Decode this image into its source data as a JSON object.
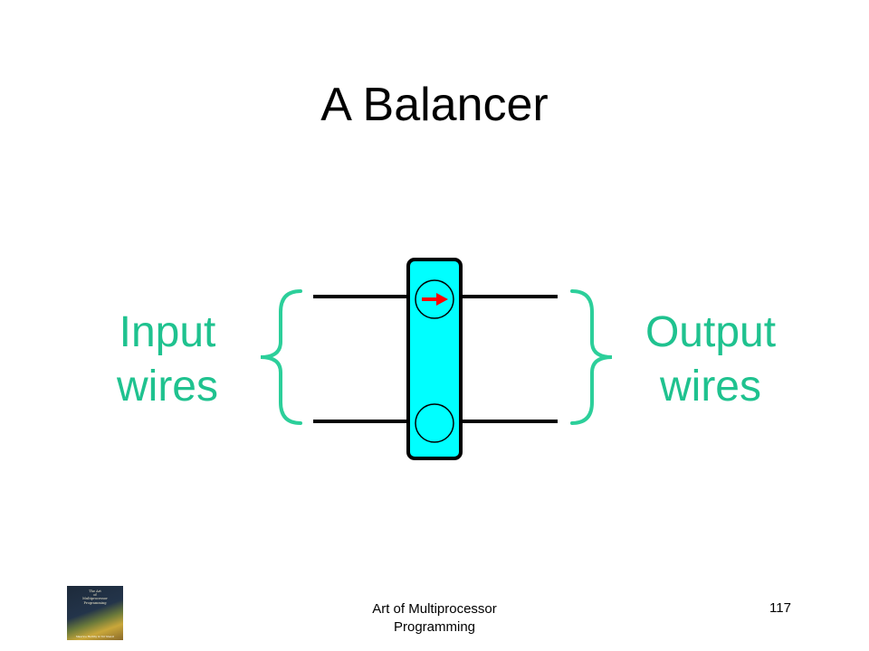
{
  "slide": {
    "title": "A Balancer",
    "input_label": [
      "Input",
      "wires"
    ],
    "output_label": [
      "Output",
      "wires"
    ],
    "footer": [
      "Art of Multiprocessor",
      "Programming"
    ],
    "page_number": "117"
  },
  "book_cover": {
    "title_lines": [
      "The Art",
      "of",
      "Multiprocessor",
      "Programming"
    ],
    "author_line": "Maurice Herlihy & Nir Shavit"
  },
  "colors": {
    "label": "#1fc28f",
    "brace": "#2ccf9a",
    "balancer_fill": "#00ffff",
    "wire": "#000000",
    "toggle_arrow": "#ff0000"
  },
  "icons": {
    "toggle": "right-arrow-icon"
  }
}
